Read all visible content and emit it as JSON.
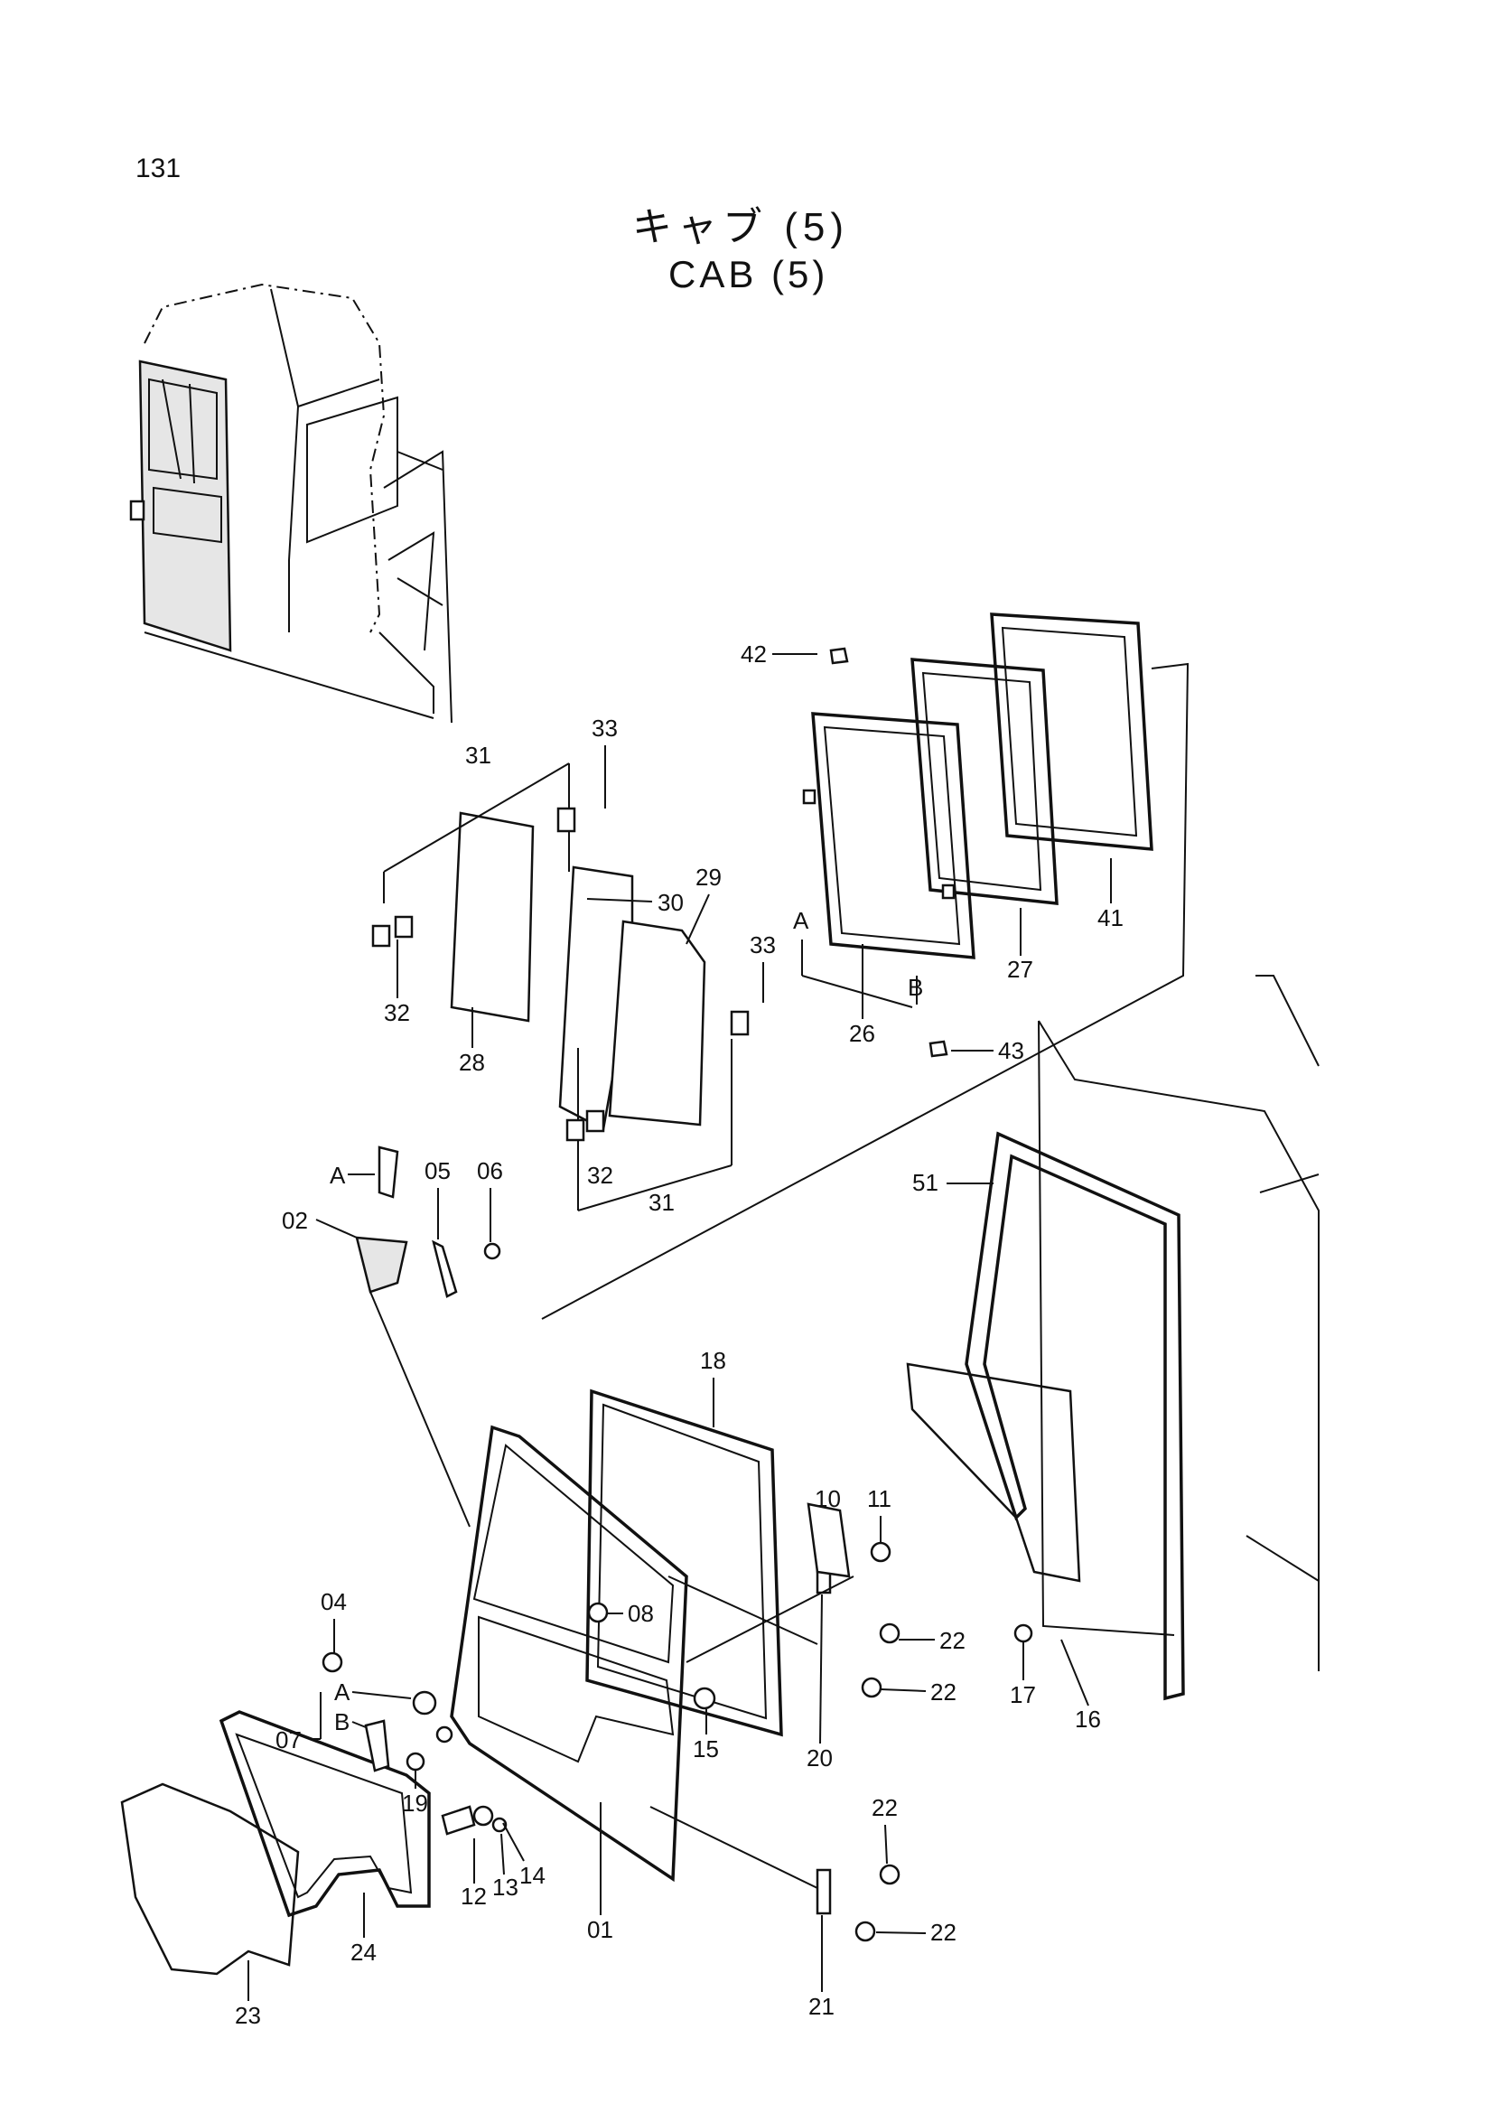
{
  "page": {
    "number": "131"
  },
  "title": {
    "japanese": "キャブ (5)",
    "english": "CAB (5)"
  },
  "callouts": [
    {
      "id": "c42",
      "text": "42"
    },
    {
      "id": "c41",
      "text": "41"
    },
    {
      "id": "c27",
      "text": "27"
    },
    {
      "id": "c26",
      "text": "26"
    },
    {
      "id": "c43",
      "text": "43"
    },
    {
      "id": "cA1",
      "text": "A"
    },
    {
      "id": "cB1",
      "text": "B"
    },
    {
      "id": "c31a",
      "text": "31"
    },
    {
      "id": "c33a",
      "text": "33"
    },
    {
      "id": "c32a",
      "text": "32"
    },
    {
      "id": "c28",
      "text": "28"
    },
    {
      "id": "c30",
      "text": "30"
    },
    {
      "id": "c29",
      "text": "29"
    },
    {
      "id": "c33b",
      "text": "33"
    },
    {
      "id": "c32b",
      "text": "32"
    },
    {
      "id": "c31b",
      "text": "31"
    },
    {
      "id": "c02",
      "text": "02"
    },
    {
      "id": "cA2",
      "text": "A"
    },
    {
      "id": "c05",
      "text": "05"
    },
    {
      "id": "c06",
      "text": "06"
    },
    {
      "id": "c51",
      "text": "51"
    },
    {
      "id": "c18",
      "text": "18"
    },
    {
      "id": "c10",
      "text": "10"
    },
    {
      "id": "c11",
      "text": "11"
    },
    {
      "id": "c04",
      "text": "04"
    },
    {
      "id": "c08",
      "text": "08"
    },
    {
      "id": "c22a",
      "text": "22"
    },
    {
      "id": "c22b",
      "text": "22"
    },
    {
      "id": "c17",
      "text": "17"
    },
    {
      "id": "c16",
      "text": "16"
    },
    {
      "id": "cA3",
      "text": "A"
    },
    {
      "id": "cB3",
      "text": "B"
    },
    {
      "id": "c07",
      "text": "07"
    },
    {
      "id": "c15",
      "text": "15"
    },
    {
      "id": "c20",
      "text": "20"
    },
    {
      "id": "c19",
      "text": "19"
    },
    {
      "id": "c22c",
      "text": "22"
    },
    {
      "id": "c22d",
      "text": "22"
    },
    {
      "id": "c12",
      "text": "12"
    },
    {
      "id": "c13",
      "text": "13"
    },
    {
      "id": "c14",
      "text": "14"
    },
    {
      "id": "c01",
      "text": "01"
    },
    {
      "id": "c24",
      "text": "24"
    },
    {
      "id": "c23",
      "text": "23"
    },
    {
      "id": "c21",
      "text": "21"
    }
  ]
}
